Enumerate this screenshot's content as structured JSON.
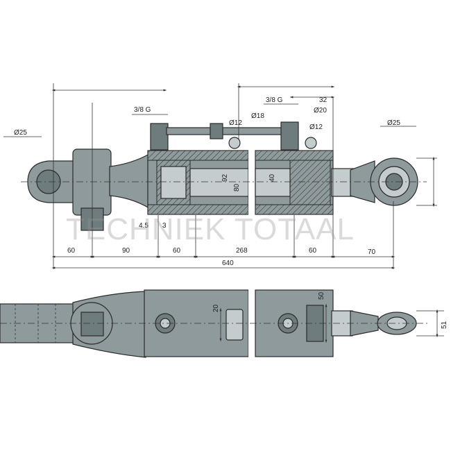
{
  "dimensions": {
    "top": {
      "d25_left": "Ø25",
      "g38_left": "3/8 G",
      "d12_left": "Ø12",
      "d18": "Ø18",
      "g38_right": "3/8 G",
      "d32": "32",
      "d20": "Ø20",
      "d12_right": "Ø12",
      "d25_right": "Ø25",
      "v92": "92",
      "v80": "80",
      "v40": "40",
      "h45": "4.5",
      "h3": "3",
      "h60a": "60",
      "h90": "90",
      "h60b": "60",
      "h268": "268",
      "h60c": "60",
      "h70": "70",
      "h640": "640"
    },
    "bottom": {
      "v20": "20",
      "v50": "50",
      "v51": "51"
    }
  },
  "watermark": "TECHNIEK TOTAAL",
  "colors": {
    "body": "#8e9a9b",
    "body_dark": "#6f7c7e",
    "body_light": "#c5cccd",
    "line": "#2a2a2a"
  }
}
